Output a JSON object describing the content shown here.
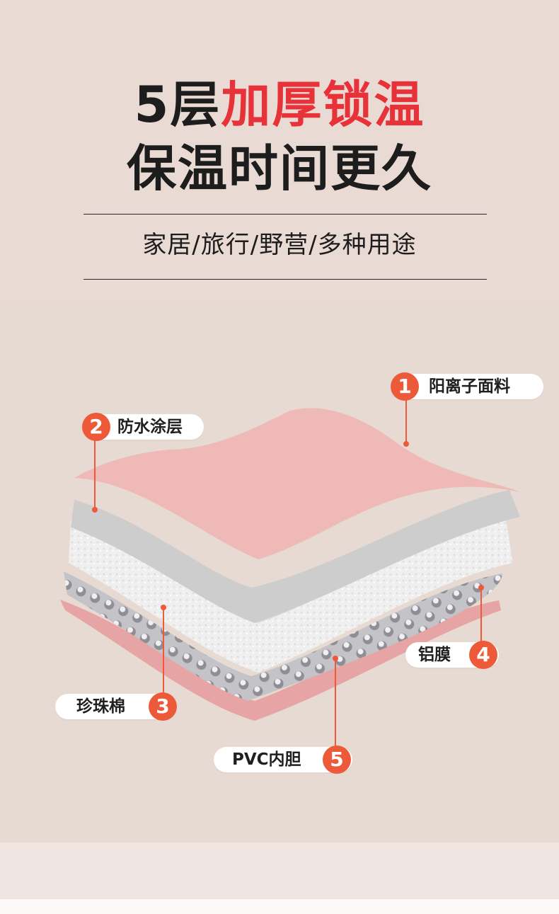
{
  "heading": {
    "line1_prefix": "5层",
    "line1_highlight": "加厚锁温",
    "line2": "保温时间更久",
    "subtitle": "家居/旅行/野营/多种用途"
  },
  "layers": [
    {
      "number": "1",
      "name": "阳离子面料"
    },
    {
      "number": "2",
      "name": "防水涂层"
    },
    {
      "number": "3",
      "name": "珍珠棉"
    },
    {
      "number": "4",
      "name": "铝膜"
    },
    {
      "number": "5",
      "name": "PVC内胆"
    }
  ],
  "colors": {
    "accent_red": "#e8323a",
    "badge_orange": "#ec5a3a",
    "layer_pink": "#efb7b5",
    "layer_gray": "#cfcfcf",
    "foam_white": "#f2f2f2",
    "foil_silver": "#bdbdc1",
    "pvc_pink": "#e6a4a4"
  }
}
